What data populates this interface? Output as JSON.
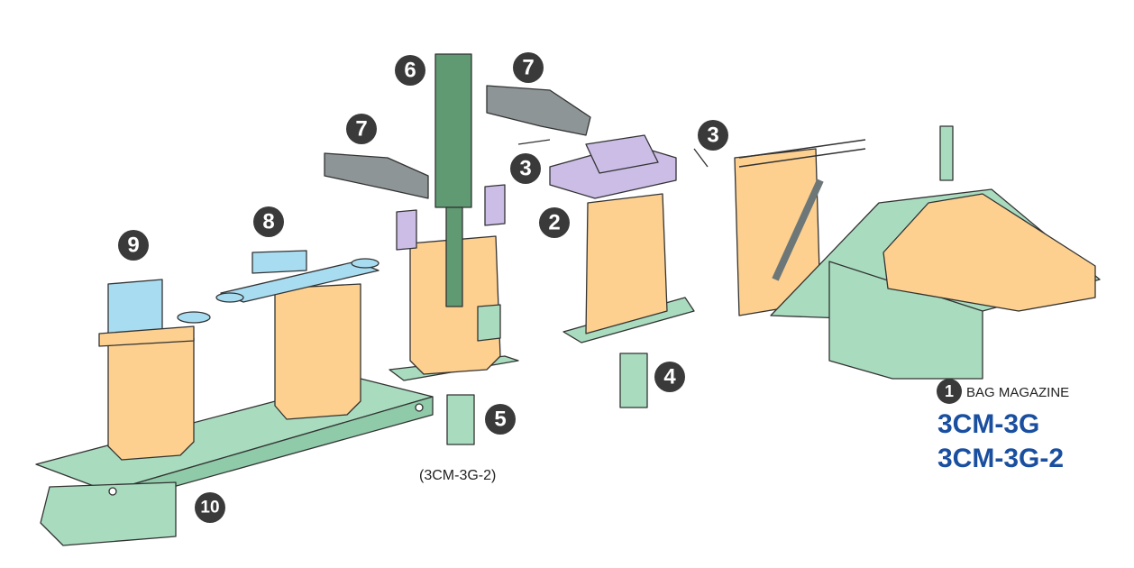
{
  "callouts": {
    "n1": "1",
    "n2": "2",
    "n3a": "3",
    "n3b": "3",
    "n4": "4",
    "n5": "5",
    "n6": "6",
    "n7a": "7",
    "n7b": "7",
    "n8": "8",
    "n9": "9",
    "n10": "10"
  },
  "labels": {
    "bag_magazine": "BAG MAGAZINE",
    "model_1": "3CM-3G",
    "model_2": "3CM-3G-2",
    "option_note": "(3CM-3G-2)"
  },
  "colors": {
    "machine": "#a9dcbf",
    "bag": "#fdd090",
    "gripper": "#cbbde6",
    "sealer": "#a8dcf0",
    "duct": "#8d9597",
    "model_text": "#1a4fa0"
  }
}
